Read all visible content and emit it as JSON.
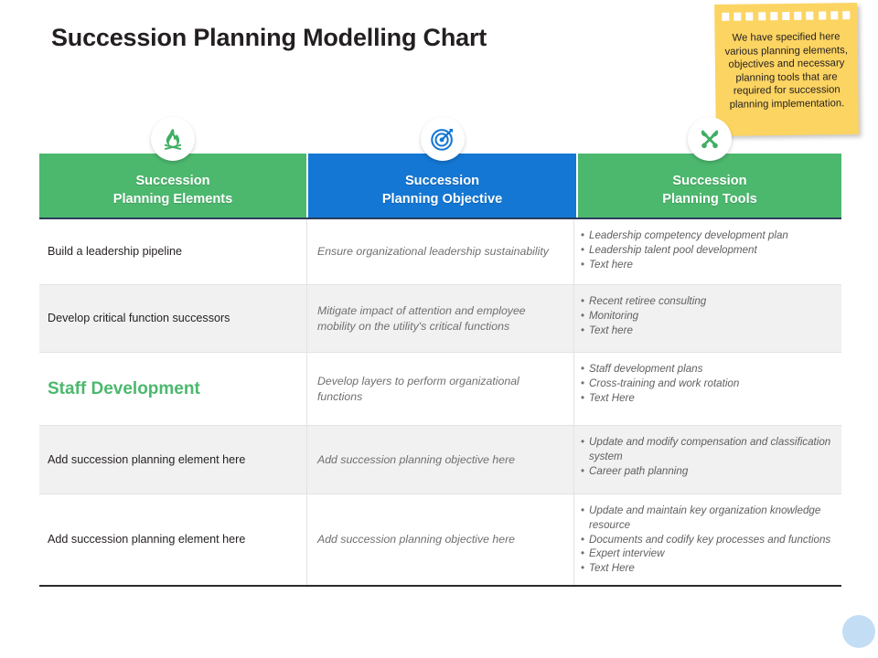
{
  "page_title": "Succession Planning Modelling Chart",
  "sticky_note": {
    "text": "We have specified here various planning elements, objectives and necessary planning tools that are required for succession planning implementation.",
    "color": "#fcd462"
  },
  "colors": {
    "green": "#4cb86e",
    "blue": "#1477d4",
    "header_text": "#ffffff",
    "row_alt": "#f1f1f1",
    "highlight_text": "#4cb86e",
    "bottom_circle": "#c3ddf5"
  },
  "table": {
    "columns": [
      {
        "line1": "Succession",
        "line2": "Planning  Elements",
        "icon": "campfire-icon",
        "accent": "#4cb86e"
      },
      {
        "line1": "Succession",
        "line2": "Planning  Objective",
        "icon": "target-icon",
        "accent": "#1477d4"
      },
      {
        "line1": "Succession",
        "line2": "Planning  Tools",
        "icon": "tools-icon",
        "accent": "#4cb86e"
      }
    ],
    "rows": [
      {
        "element": "Build  a leadership pipeline",
        "objective": "Ensure organizational leadership  sustainability",
        "tools": [
          "Leadership  competency  development  plan",
          "Leadership  talent pool development",
          "Text here"
        ]
      },
      {
        "element": "Develop  critical function successors",
        "objective": "Mitigate impact of attention and employee mobility on the utility's critical  functions",
        "tools": [
          "Recent retiree consulting",
          "Monitoring",
          "Text here"
        ]
      },
      {
        "element": "Staff Development",
        "objective": "Develop  layers to perform  organizational functions",
        "tools": [
          "Staff development  plans",
          "Cross-training  and work rotation",
          "Text Here"
        ]
      },
      {
        "element": "Add succession planning  element  here",
        "objective": "Add succession planning  objective here",
        "tools": [
          "Update and modify compensation and classification system",
          "Career  path planning"
        ]
      },
      {
        "element": "Add succession planning  element  here",
        "objective": "Add succession planning  objective here",
        "tools": [
          "Update  and maintain  key organization knowledge  resource",
          "Documents and codify key processes and functions",
          "Expert  interview",
          "Text Here"
        ]
      }
    ]
  }
}
